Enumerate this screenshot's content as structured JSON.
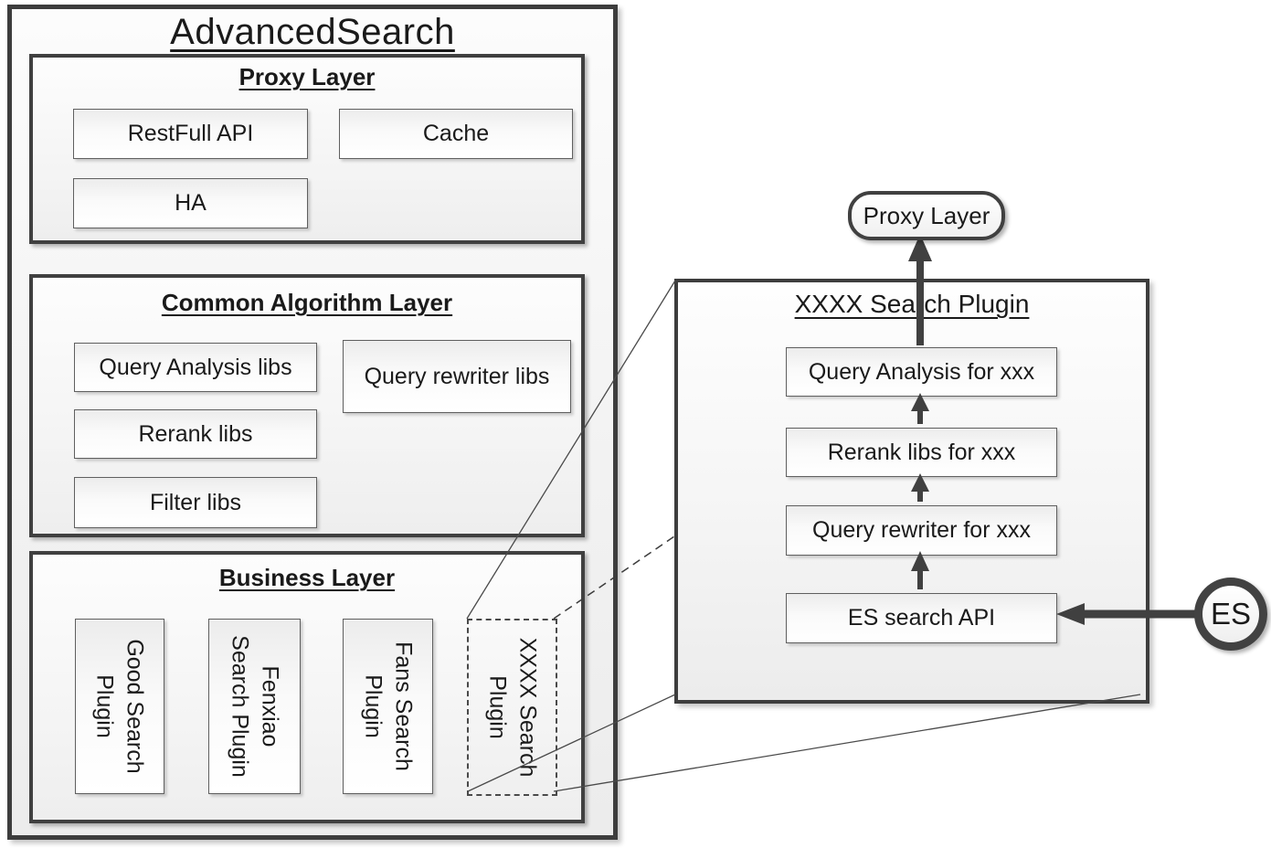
{
  "colors": {
    "border_dark": "#3d3d3d",
    "arrow": "#404040",
    "callout_line": "#4a4a4a",
    "box_fill_top": "#ececec",
    "background": "#ffffff"
  },
  "left_panel": {
    "title": "AdvancedSearch",
    "proxy": {
      "title": "Proxy Layer",
      "restfull_api": "RestFull API",
      "cache": "Cache",
      "ha": "HA"
    },
    "common": {
      "title": "Common Algorithm Layer",
      "query_analysis": "Query Analysis libs",
      "query_rewriter": "Query rewriter libs",
      "rerank": "Rerank libs",
      "filter": "Filter libs"
    },
    "business": {
      "title": "Business Layer",
      "plugins": [
        {
          "label": "Good Search Plugin",
          "lines": [
            "Good Search",
            "Plugin"
          ]
        },
        {
          "label": "Fenxiao Search Plugin",
          "lines": [
            "Fenxiao",
            "Search Plugin"
          ]
        },
        {
          "label": "Fans Search Plugin",
          "lines": [
            "Fans Search",
            "Plugin"
          ]
        },
        {
          "label": "XXXX Search Plugin",
          "lines": [
            "XXXX Search",
            "Plugin"
          ]
        }
      ]
    }
  },
  "zoom_panel": {
    "title": "XXXX Search Plugin",
    "proxy_pill": "Proxy Layer",
    "steps": [
      {
        "label": "Query Analysis for xxx"
      },
      {
        "label": "Rerank libs for xxx"
      },
      {
        "label": "Query rewriter for xxx"
      },
      {
        "label": "ES search API"
      }
    ],
    "es_node": "ES"
  }
}
